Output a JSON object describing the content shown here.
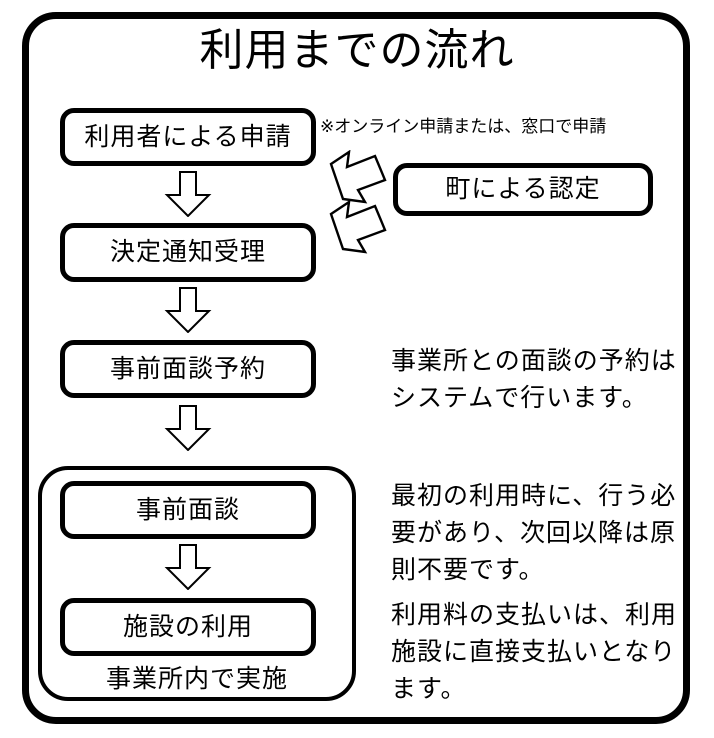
{
  "document": {
    "title": "利用までの流れ",
    "type": "flowchart",
    "language": "ja"
  },
  "colors": {
    "ink": "#000000",
    "background": "#ffffff"
  },
  "flow": {
    "steps": [
      {
        "id": "step-application",
        "label": "利用者による申請"
      },
      {
        "id": "step-decision-notice",
        "label": "決定通知受理"
      },
      {
        "id": "step-interview-booking",
        "label": "事前面談予約"
      }
    ],
    "side_step": {
      "id": "step-town-certification",
      "label": "町による認定"
    },
    "group": {
      "label": "事業所内で実施",
      "steps": [
        {
          "id": "step-pre-interview",
          "label": "事前面談"
        },
        {
          "id": "step-facility-use",
          "label": "施設の利用"
        }
      ]
    }
  },
  "notes": {
    "application_note": "※オンライン申請または、窓口で申請",
    "reservation": [
      "事業所との面談の予約は",
      "システムで行います。"
    ],
    "interview": [
      "最初の利用時に、行う必",
      "要があり、次回以降は原",
      "則不要です。"
    ],
    "payment": [
      "利用料の支払いは、利用",
      "施設に直接支払いとなり",
      "ます。"
    ]
  },
  "icons": {
    "arrow_down": "arrow-down-icon",
    "arrow_diagonal_down_right": "arrow-down-right-icon",
    "arrow_diagonal_down_left": "arrow-down-left-icon"
  }
}
